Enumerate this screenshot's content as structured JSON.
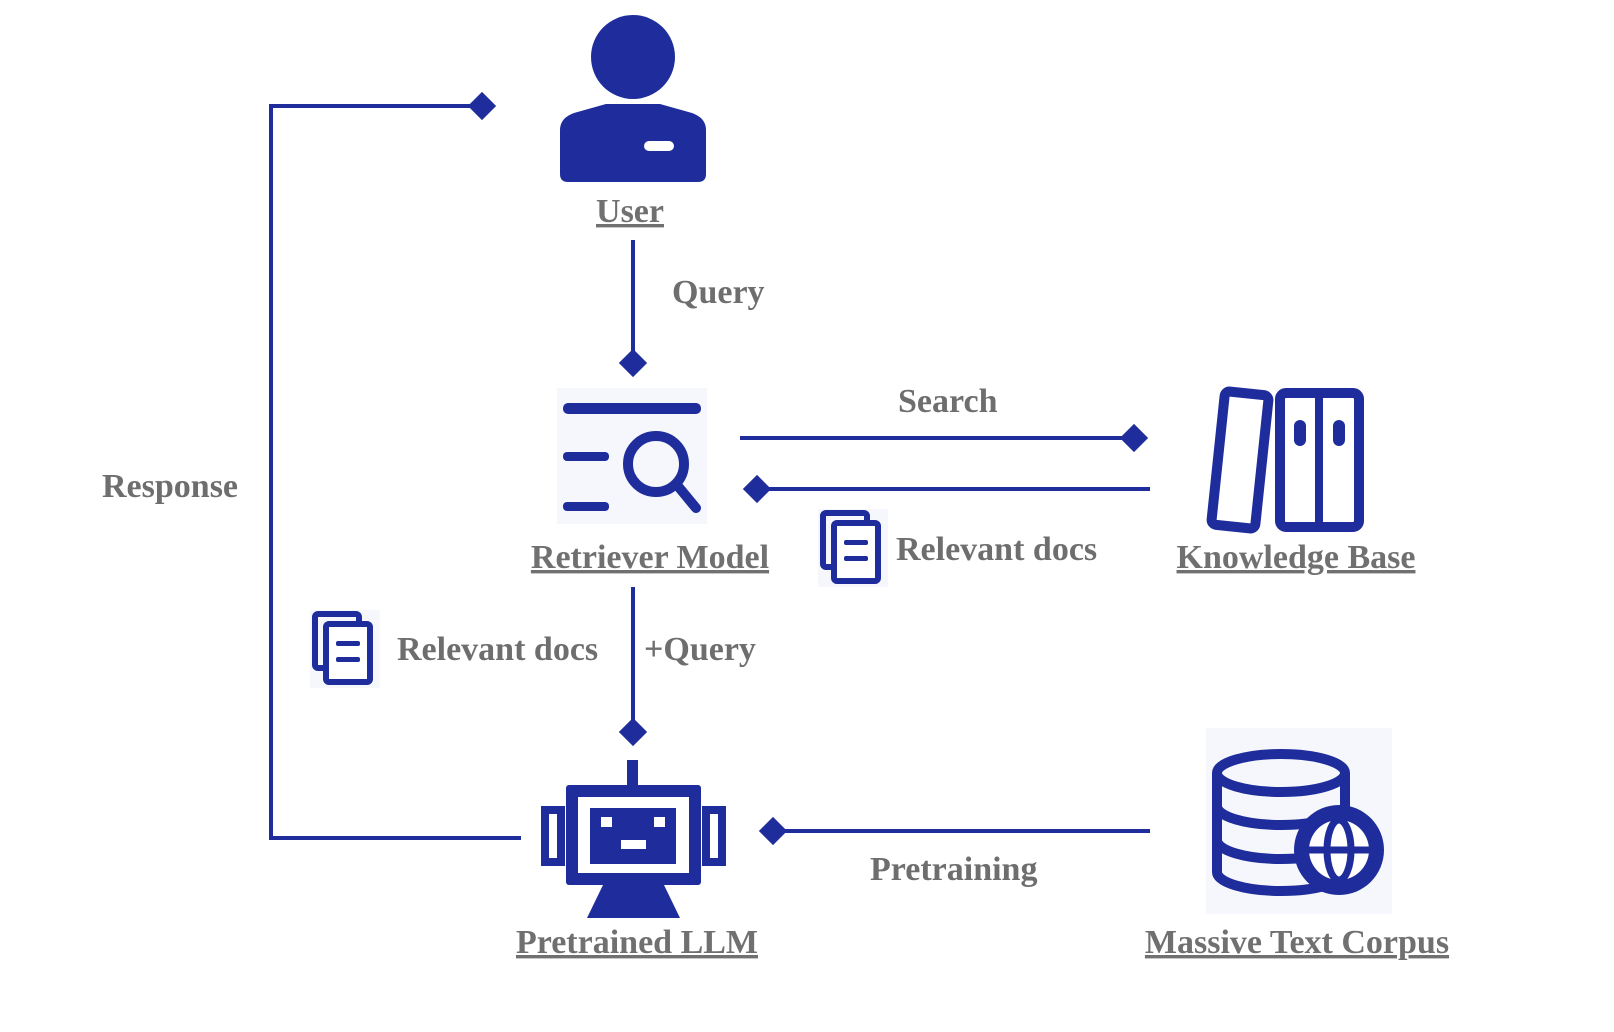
{
  "colors": {
    "primary": "#1e2d9b",
    "label_text": "#707070",
    "background": "#ffffff"
  },
  "nodes": {
    "user": {
      "label": "User",
      "icon": "user-icon"
    },
    "retriever": {
      "label": "Retriever Model",
      "icon": "search-list-icon"
    },
    "knowledge_base": {
      "label": "Knowledge Base",
      "icon": "books-icon"
    },
    "llm": {
      "label": "Pretrained LLM",
      "icon": "robot-icon"
    },
    "corpus": {
      "label": "Massive Text Corpus",
      "icon": "database-globe-icon"
    }
  },
  "edges": {
    "query": {
      "label": "Query",
      "from": "User",
      "to": "Retriever Model"
    },
    "search": {
      "label": "Search",
      "from": "Retriever Model",
      "to": "Knowledge Base"
    },
    "kb_docs": {
      "label": "Relevant docs",
      "from": "Knowledge Base",
      "to": "Retriever Model",
      "icon": "documents-icon"
    },
    "docs_query": {
      "label": "Relevant docs",
      "label2": "+Query",
      "from": "Retriever Model",
      "to": "Pretrained LLM",
      "icon": "documents-icon"
    },
    "pretraining": {
      "label": "Pretraining",
      "from": "Massive Text Corpus",
      "to": "Pretrained LLM"
    },
    "response": {
      "label": "Response",
      "from": "Pretrained LLM",
      "to": "User"
    }
  }
}
